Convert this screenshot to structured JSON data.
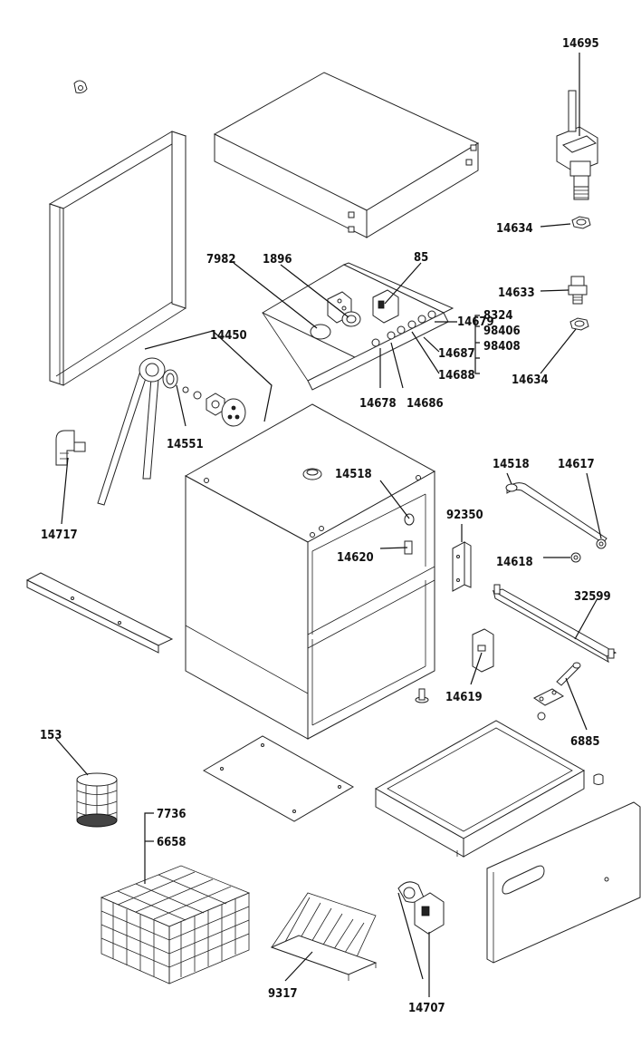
{
  "labels": {
    "l14695": "14695",
    "l14634a": "14634",
    "l7982": "7982",
    "l1896": "1896",
    "l85": "85",
    "l14633": "14633",
    "l14679": "14679",
    "l8324": "8324",
    "l98406": "98406",
    "l98408": "98408",
    "l14634b": "14634",
    "l14450": "14450",
    "l14687": "14687",
    "l14688": "14688",
    "l14678": "14678",
    "l14686": "14686",
    "l14551": "14551",
    "l14717": "14717",
    "l14518a": "14518",
    "l14620": "14620",
    "l92350": "92350",
    "l14518b": "14518",
    "l14617": "14617",
    "l14618": "14618",
    "l32599": "32599",
    "l14619": "14619",
    "l6885": "6885",
    "l153": "153",
    "l7736": "7736",
    "l6658": "6658",
    "l9317": "9317",
    "l14707": "14707"
  }
}
